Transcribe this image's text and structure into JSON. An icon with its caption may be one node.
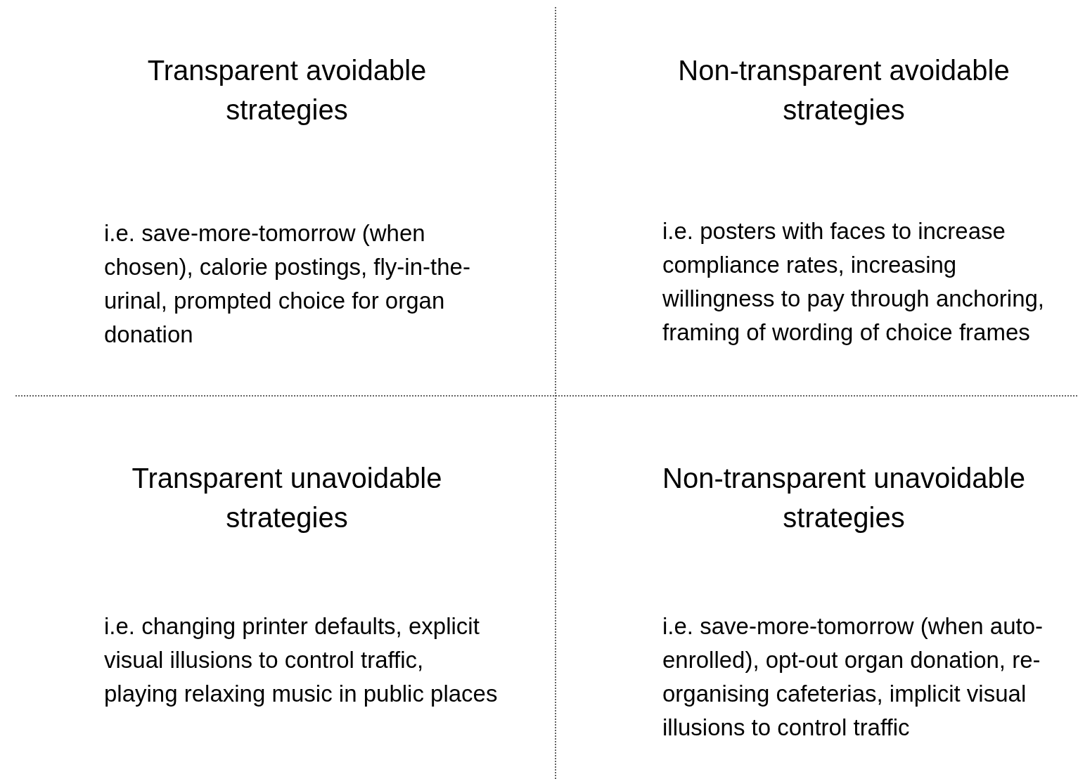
{
  "diagram": {
    "labels": [
      "Transparent avoidable strategies",
      "Non-transparent avoidable strategies",
      "i.e. save-more-tomorrow (when chosen), calorie postings, fly-in-the-urinal, prompted choice for organ donation",
      "i.e. posters with faces to increase compliance rates, increasing willingness to pay through anchoring, framing of wording of choice frames",
      "Transparent unavoidable strategies",
      "Non-transparent unavoidable strategies",
      "i.e. changing printer defaults, explicit visual illusions to control traffic, playing relaxing music in public places",
      "i.e. save-more-tomorrow (when auto-enrolled), opt-out organ donation, re-organising cafeterias, implicit visual illusions to control traffic"
    ]
  }
}
